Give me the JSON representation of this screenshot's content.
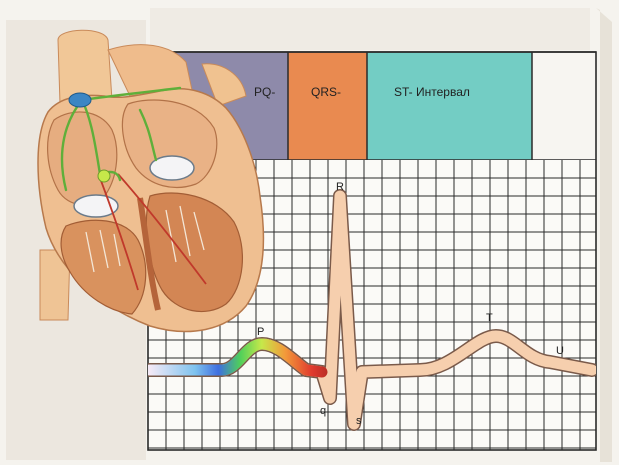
{
  "colors": {
    "page": "#f5f3ee",
    "pq_band": "#8e8aaa",
    "qrs_band": "#e98a50",
    "st_band": "#73cdc4",
    "grid_line": "#2a2a2a",
    "heart_wall": "#efbf91",
    "heart_muscle": "#d38654",
    "aorta": "#f1c797",
    "conduction": "#5faf3a",
    "sa_node": "#3c86c4"
  },
  "header": {
    "pq_label": "PQ-",
    "qrs_label": "QRS-",
    "st_label": "ST- Интервал"
  },
  "waves": {
    "p": "P",
    "q": "q",
    "r": "R",
    "s": "s",
    "t": "T",
    "u": "U"
  }
}
